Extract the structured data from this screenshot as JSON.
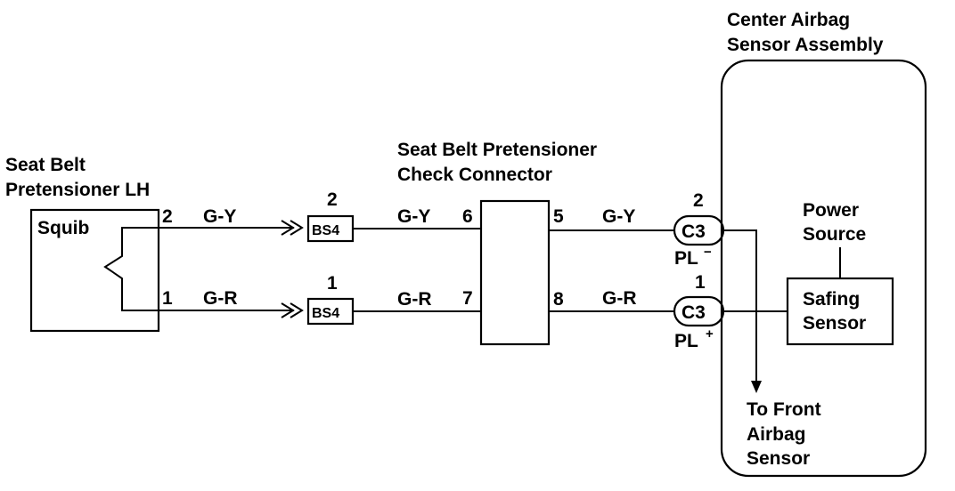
{
  "component_lh": {
    "title_line1": "Seat Belt",
    "title_line2": "Pretensioner LH",
    "squib_label": "Squib",
    "pin_top": "2",
    "pin_bottom": "1"
  },
  "wires": {
    "top_color": "G-Y",
    "bottom_color": "G-R"
  },
  "bs4_top": {
    "pin": "2",
    "label": "BS4"
  },
  "bs4_bottom": {
    "pin": "1",
    "label": "BS4"
  },
  "check_connector": {
    "title_line1": "Seat Belt Pretensioner",
    "title_line2": "Check Connector",
    "pin_in_top": "6",
    "pin_in_bottom": "7",
    "pin_out_top": "5",
    "pin_out_bottom": "8"
  },
  "c3_top": {
    "pin": "2",
    "label": "C3",
    "signal": "PL",
    "polarity": "−"
  },
  "c3_bottom": {
    "pin": "1",
    "label": "C3",
    "signal": "PL",
    "polarity": "+"
  },
  "assembly": {
    "title_line1": "Center Airbag",
    "title_line2": "Sensor Assembly",
    "power_line1": "Power",
    "power_line2": "Source",
    "safing_line1": "Safing",
    "safing_line2": "Sensor",
    "front_line1": "To Front",
    "front_line2": "Airbag",
    "front_line3": "Sensor"
  }
}
